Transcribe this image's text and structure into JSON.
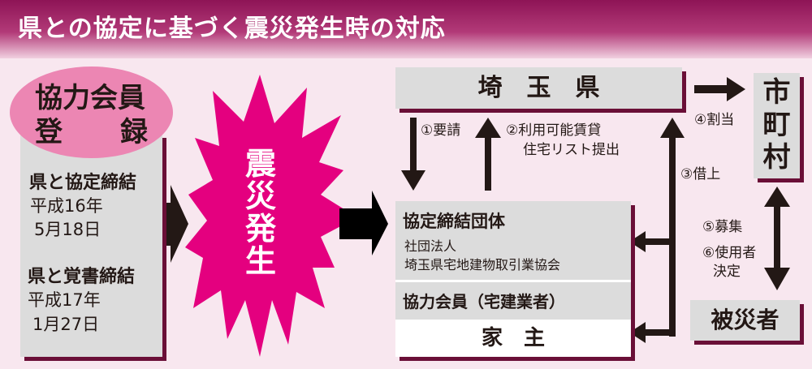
{
  "title": "県との協定に基づく震災発生時の対応",
  "left": {
    "badge_line1": "協力会員",
    "badge_line2_a": "登",
    "badge_line2_b": "録",
    "agreement1_title": "県と協定締結",
    "agreement1_date1": "平成16年",
    "agreement1_date2": "5月18日",
    "agreement2_title": "県と覚書締結",
    "agreement2_date1": "平成17年",
    "agreement2_date2": "1月27日"
  },
  "disaster": [
    "震",
    "災",
    "発",
    "生"
  ],
  "prefecture": "埼　玉　県",
  "steps": {
    "s1": "①要請",
    "s2a": "②利用可能賃貸",
    "s2b": "住宅リスト提出",
    "s3": "③借上",
    "s4": "④割当",
    "s5": "⑤募集",
    "s6a": "⑥使用者",
    "s6b": "決定"
  },
  "org": {
    "title": "協定締結団体",
    "line1": "社団法人",
    "line2": "埼玉県宅地建物取引業協会"
  },
  "members": "協力会員（宅建業者）",
  "landlord": "家　主",
  "municipality": [
    "市",
    "町",
    "村"
  ],
  "victims": "被災者",
  "colors": {
    "magenta": "#e4007f",
    "pink": "#ec86b3",
    "maroon": "#6a0f37"
  }
}
